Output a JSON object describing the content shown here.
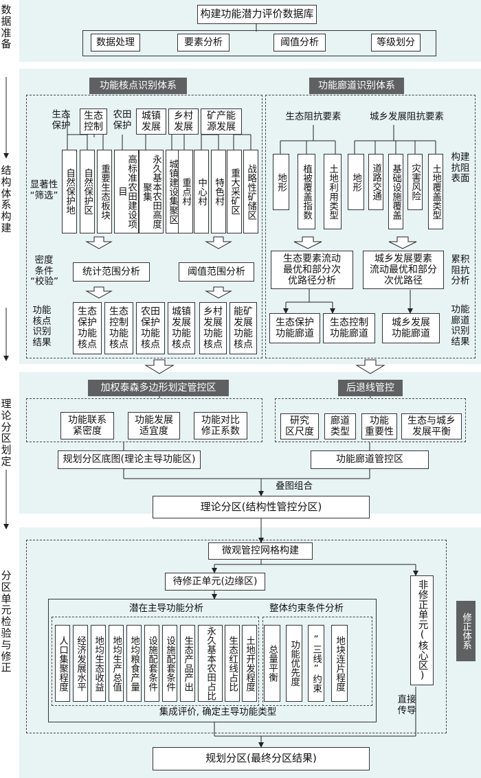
{
  "stages": {
    "s1": "数\n据\n准\n备",
    "s2": "结\n构\n体\n系\n构\n建",
    "s3": "理\n论\n分\n区\n划\n定",
    "s4": "分\n区\n单\n元\n检\n验\n与\n修\n正"
  },
  "prep": {
    "title": "构建功能潜力评价数据库",
    "items": [
      "数据处理",
      "要素分析",
      "阈值分析",
      "等级划分"
    ]
  },
  "node": {
    "title": "功能核点识别体系",
    "cat1": "生态\n保护",
    "cat2": "生态\n控制",
    "cat3": "农田\n保护",
    "cat4": "城镇\n发展",
    "cat5": "乡村\n发展",
    "cat6": "矿产能\n源发展",
    "vitems": [
      "自然保护地",
      "自然保护区",
      "重要生态板块",
      "高标准农田建设项目",
      "永久基本农田高度聚集",
      "城镇建设集聚区",
      "重点村",
      "中心村",
      "特色村",
      "重大采矿区",
      "战略性矿储区"
    ],
    "label_filter": "显著性\n“筛选”",
    "label_check": "密度\n条件\n“校验”",
    "label_result": "功能\n核点\n识别\n结果",
    "stat": "统计范围分析",
    "thresh": "阈值范围分析",
    "results": [
      "生态\n保护\n功能\n核点",
      "生态\n控制\n功能\n核点",
      "农田\n保护\n功能\n核点",
      "城镇\n发展\n功能\n核点",
      "乡村\n发展\n功能\n核点",
      "能矿\n发展\n功能\n核点"
    ]
  },
  "corridor": {
    "title": "功能廊道识别体系",
    "eco_factor": "生态阻抗要素",
    "urban_factor": "城乡发展阻抗要素",
    "eco_items": [
      "地形",
      "植被覆盖指数",
      "土地利用类型"
    ],
    "urban_items": [
      "地形",
      "道路交通",
      "基础设施覆盖",
      "灾害风险",
      "土地覆盖类型"
    ],
    "label_build": "构建\n抗阻\n表面",
    "label_accum": "累积\n阻抗\n分析",
    "label_result": "功能\n廊道\n识别\n结果",
    "eco_flow": "生态要素流动\n最优和部分次\n优路径分析",
    "urban_flow": "城乡发展要素\n流动最优和部分\n次优路径",
    "results": [
      "生态保护\n功能廊道",
      "生态控制\n功能廊道",
      "城乡发展\n功能廊道"
    ]
  },
  "zoning": {
    "left_title": "加权泰森多边形划定管控区",
    "left_items": [
      "功能联系\n紧密度",
      "功能发展\n适宜度",
      "功能对比\n修正系数"
    ],
    "left_out": "规划分区底图(理论主导功能区)",
    "right_title": "后退线管控",
    "right_items": [
      "研究\n区尺度",
      "廊道\n类型",
      "功能\n重要性",
      "生态与城乡\n发展平衡"
    ],
    "right_out": "功能廊道管控区",
    "overlay": "叠图组合",
    "theory": "理论分区(结构性管控分区)"
  },
  "check": {
    "micro": "微观管控网格构建",
    "pending": "待修正单元(边缘区)",
    "nonmod": "非修正单元(核心区)",
    "direct": "直接\n传导",
    "potential": "潜在主导功能分析",
    "constraint": "整体约束条件分析",
    "pot_items": [
      "人口集聚程度",
      "经济发展水平",
      "地均生态收益",
      "地均生产总值",
      "地均粮食产量",
      "设施配套条件",
      "设施配套条件",
      "生态产品产出",
      "永久基本农田占比",
      "生态红线占比",
      "土地开发程度"
    ],
    "con_items": [
      "总量平衡",
      "功能优先度",
      "“三线”约束",
      "地块连片程度"
    ],
    "integrate": "集成评价, 确定主导功能类型",
    "revise": "修正体系",
    "final": "规划分区(最终分区结果)"
  }
}
